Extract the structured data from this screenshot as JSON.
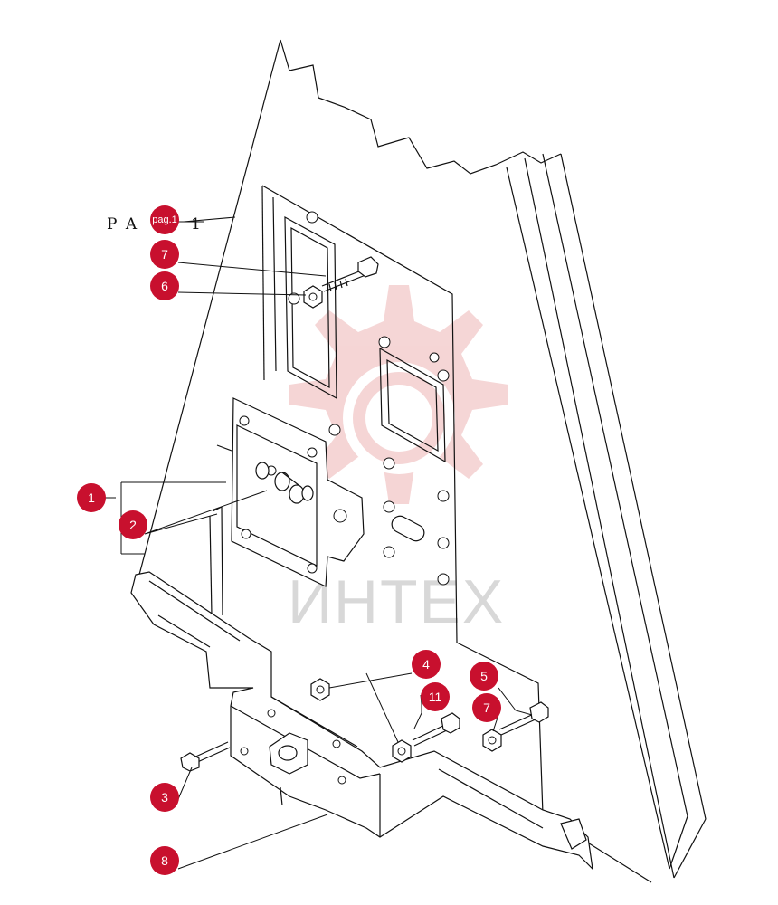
{
  "reference": {
    "text": "P A",
    "badge": "pag.1",
    "suffix": "1"
  },
  "callouts": [
    {
      "id": "c1",
      "label": "1"
    },
    {
      "id": "c2",
      "label": "2"
    },
    {
      "id": "c3",
      "label": "3"
    },
    {
      "id": "c4",
      "label": "4"
    },
    {
      "id": "c5",
      "label": "5"
    },
    {
      "id": "c6",
      "label": "6"
    },
    {
      "id": "c7a",
      "label": "7"
    },
    {
      "id": "c7b",
      "label": "7"
    },
    {
      "id": "c8",
      "label": "8"
    },
    {
      "id": "c11",
      "label": "11"
    }
  ],
  "watermark": {
    "text": "ИНТЕХ",
    "color": "#e8a0a0"
  },
  "colors": {
    "callout": "#c8102e",
    "line": "#111111"
  }
}
